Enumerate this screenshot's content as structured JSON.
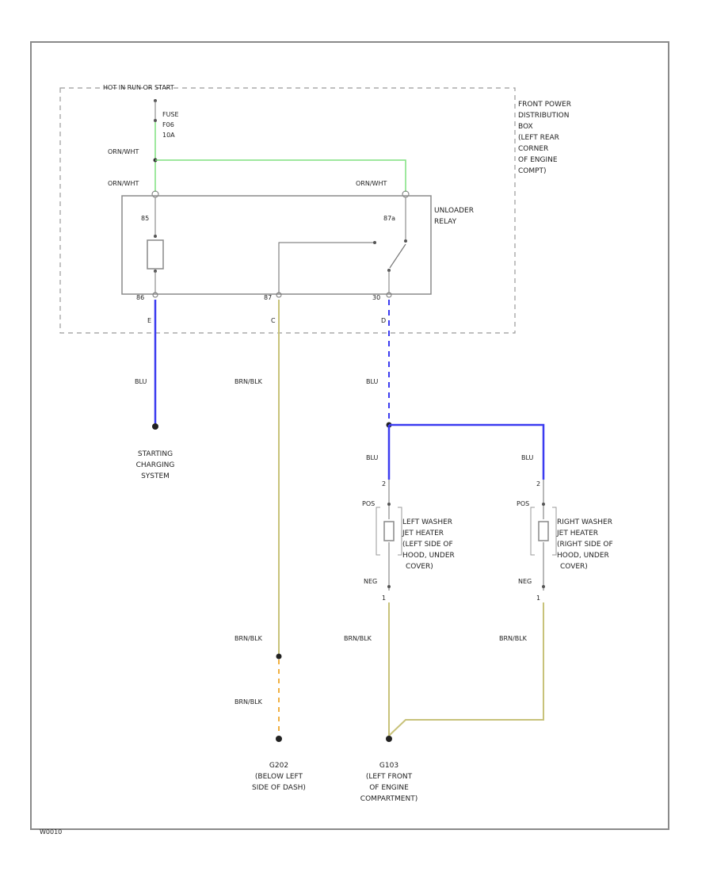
{
  "box_title": "HOT IN RUN OR START",
  "fuse": {
    "line1": "FUSE",
    "line2": "F06",
    "line3": "10A"
  },
  "wire_colors": {
    "orn_wht": "ORN/WHT",
    "blu": "BLU",
    "brn_blk": "BRN/BLK"
  },
  "pins": {
    "relay_85": "85",
    "relay_87a": "87a",
    "relay_86": "86",
    "relay_87": "87",
    "relay_30": "30",
    "conn_e": "E",
    "conn_c": "C",
    "conn_d": "D",
    "washer_pin2": "2",
    "washer_pin1": "1",
    "pos": "POS",
    "neg": "NEG"
  },
  "labels": {
    "front_power": [
      "FRONT POWER",
      "DISTRIBUTION",
      "BOX",
      "(LEFT REAR",
      "CORNER",
      "OF ENGINE",
      "COMPT)"
    ],
    "relay": [
      "UNLOADER",
      "RELAY"
    ],
    "starting": [
      "STARTING",
      "CHARGING",
      "SYSTEM"
    ],
    "left_washer": [
      "LEFT WASHER",
      "JET HEATER",
      "(LEFT SIDE OF",
      "HOOD, UNDER",
      "COVER)"
    ],
    "right_washer": [
      "RIGHT WASHER",
      "JET HEATER",
      "(RIGHT SIDE OF",
      "HOOD, UNDER",
      "COVER)"
    ],
    "ground_g202": [
      "G202",
      "(BELOW LEFT",
      "SIDE OF DASH)"
    ],
    "ground_g103": [
      "G103",
      "(LEFT FRONT",
      "OF ENGINE",
      "COMPARTMENT)"
    ]
  },
  "footer_code": "W0010",
  "colors": {
    "frame": "#888888",
    "dashed_box": "#999999",
    "green": "#7ee07e",
    "blue": "#3b3bf0",
    "brn_blk": "#c8c27a",
    "orange": "#f0b040",
    "component": "#8a8a8a",
    "grey_wire": "#6a6a6a"
  }
}
